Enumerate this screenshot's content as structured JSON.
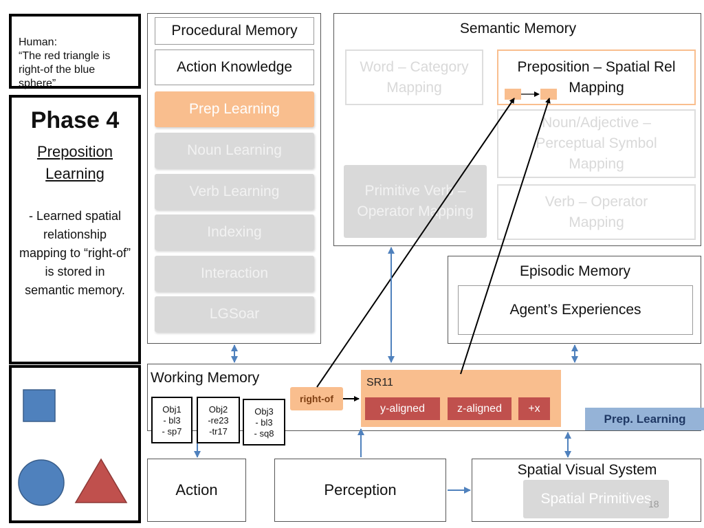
{
  "human_box": {
    "text": "Human:\n“The red triangle is right-of the blue sphere”"
  },
  "phase_box": {
    "title": "Phase 4",
    "subtitle": "Preposition Learning",
    "body": "- Learned spatial relationship mapping to “right-of” is stored in semantic memory."
  },
  "procedural": {
    "title": "Procedural Memory",
    "action_knowledge": "Action Knowledge",
    "items": [
      "Prep Learning",
      "Noun Learning",
      "Verb Learning",
      "Indexing",
      "Interaction",
      "LGSoar"
    ]
  },
  "semantic": {
    "title": "Semantic Memory",
    "word_category": "Word – Category Mapping",
    "preposition": "Preposition – Spatial Rel Mapping",
    "noun_adjective": "Noun/Adjective – Perceptual Symbol Mapping",
    "primitive_verb": "Primitive Verb – Operator Mapping",
    "verb_operator": "Verb – Operator Mapping"
  },
  "episodic": {
    "title": "Episodic Memory",
    "experiences": "Agent’s Experiences"
  },
  "working": {
    "title": "Working Memory",
    "objects": [
      "Obj1\n- bl3\n- sp7",
      "Obj2\n-re23\n-tr17",
      "Obj3\n- bl3\n- sq8"
    ],
    "relation_label": "right-of",
    "sr_id": "SR11",
    "sr_tags": [
      "y-aligned",
      "z-aligned",
      "+x"
    ],
    "prep_learning_badge": "Prep. Learning"
  },
  "bottom": {
    "action": "Action",
    "perception": "Perception",
    "spatial_visual": "Spatial Visual System",
    "spatial_primitives": "Spatial Primitives"
  },
  "slide_number": "18",
  "colors": {
    "orange": "#f9be8e",
    "red": "#c0504d",
    "blue": "#4f81bd",
    "grey": "#d9d9d9",
    "badge": "#95b3d7"
  }
}
